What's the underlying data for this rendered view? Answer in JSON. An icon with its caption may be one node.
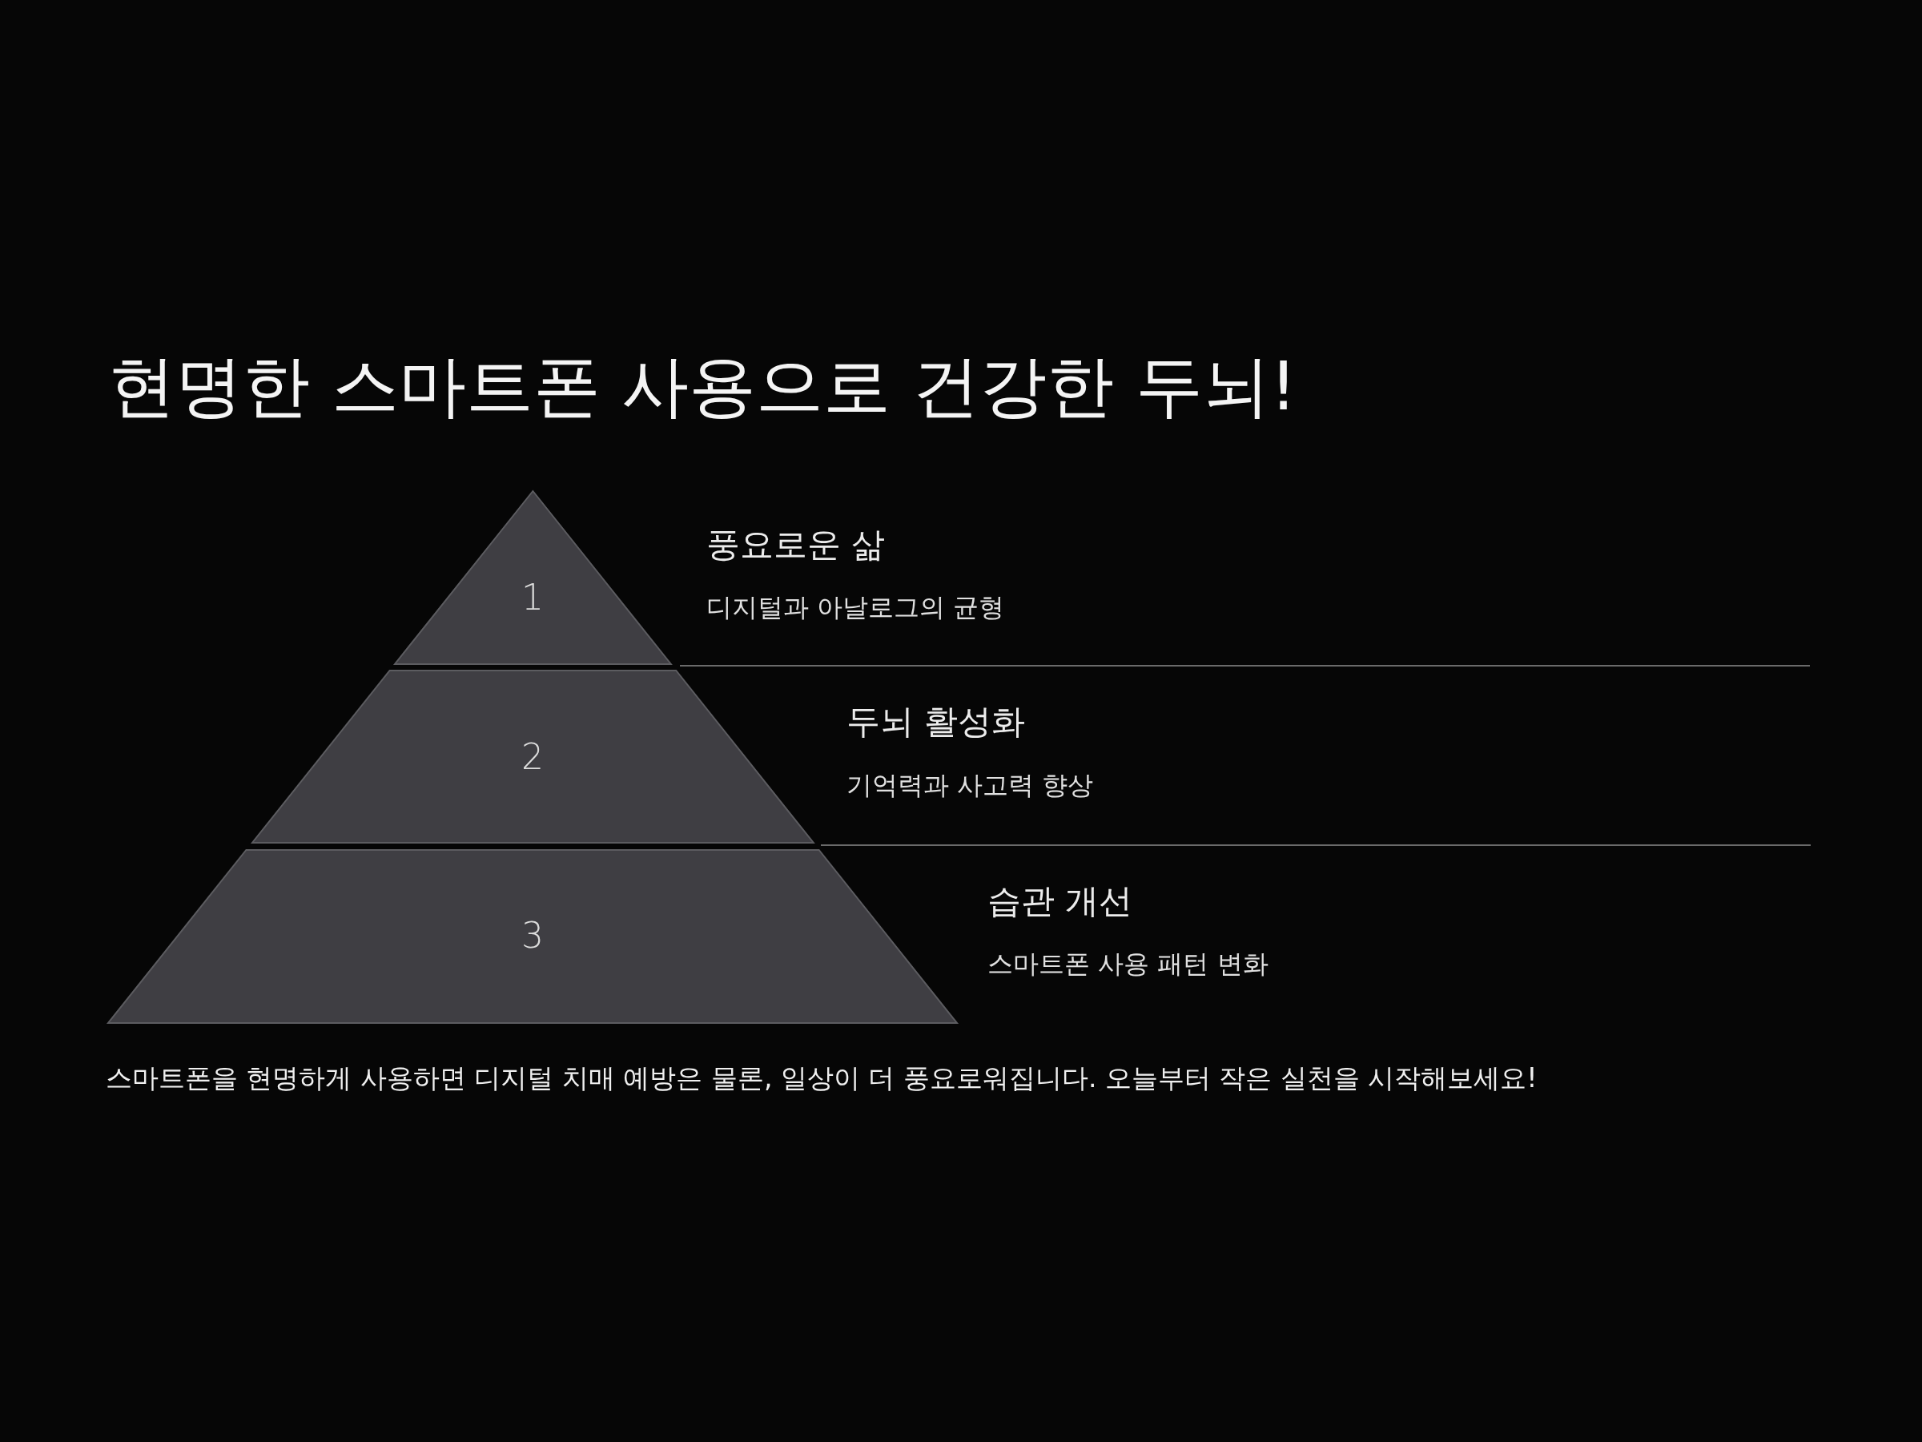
{
  "diagram": {
    "title": "현명한 스마트폰 사용으로 건강한 두뇌!",
    "nodes": [
      {
        "text": [
          "1"
        ],
        "beside": [
          "풍요로운 삶",
          "디지털과 아날로그의 균형"
        ]
      },
      {
        "text": [
          "2"
        ],
        "beside": [
          "두뇌 활성화",
          "기억력과 사고력 향상"
        ]
      },
      {
        "text": [
          "3"
        ],
        "beside": [
          "습관 개선",
          "스마트폰 사용 패턴 변화"
        ]
      }
    ],
    "caption": "스마트폰을 현명하게 사용하면 디지털 치매 예방은 물론, 일상이 더 풍요로워집니다. 오늘부터 작은 실천을 시작해보세요!"
  }
}
